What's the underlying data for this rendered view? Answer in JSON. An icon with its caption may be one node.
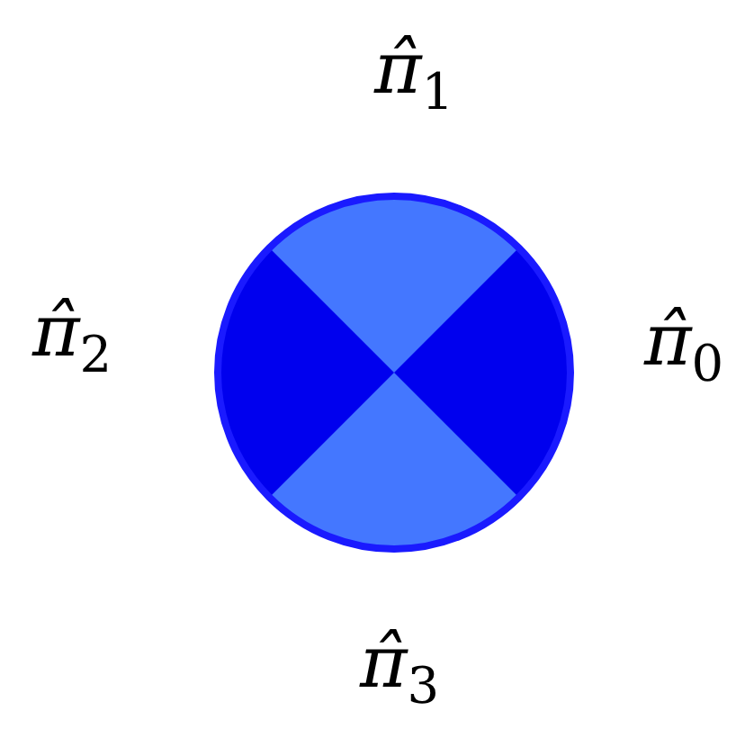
{
  "diagram": {
    "labels": [
      "π̂$_{1}$",
      "π̂$_{2}$",
      "π̂$_{0}$",
      "π̂$_{3}$"
    ]
  }
}
